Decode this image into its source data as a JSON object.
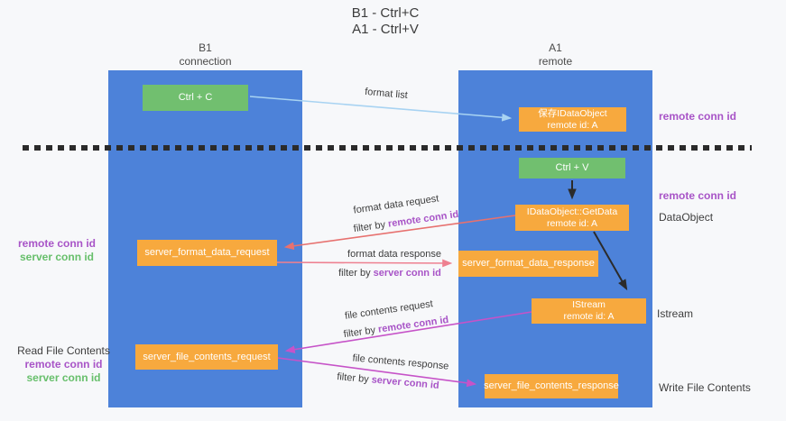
{
  "title": {
    "line1": "B1 - Ctrl+C",
    "line2": "A1 - Ctrl+V"
  },
  "lifelines": {
    "b1": {
      "name": "B1",
      "subtitle": "connection"
    },
    "a1": {
      "name": "A1",
      "subtitle": "remote"
    }
  },
  "nodes": {
    "ctrl_c": {
      "label": "Ctrl + C"
    },
    "save_idataobject": {
      "line1": "保存IDataObject",
      "line2": "remote id: A"
    },
    "ctrl_v": {
      "label": "Ctrl + V"
    },
    "getdata": {
      "line1": "IDataObject::GetData",
      "line2": "remote id: A"
    },
    "format_request": {
      "label": "server_format_data_request"
    },
    "format_response": {
      "label": "server_format_data_response"
    },
    "istream": {
      "line1": "IStream",
      "line2": "remote id: A"
    },
    "file_request": {
      "label": "server_file_contents_request"
    },
    "file_response": {
      "label": "server_file_contents_response"
    }
  },
  "flow_labels": {
    "format_list": "format list",
    "format_request": {
      "main": "format data request",
      "filter_prefix": "filter by",
      "filter_key": "remote conn id"
    },
    "format_response": {
      "main": "format data response",
      "filter_prefix": "filter by",
      "filter_key": "server conn id"
    },
    "file_request": {
      "main": "file contents request",
      "filter_prefix": "filter by",
      "filter_key": "remote conn id"
    },
    "file_response": {
      "main": "file contents response",
      "filter_prefix": "filter by",
      "filter_key": "server conn id"
    }
  },
  "side_labels": {
    "right_top_conn_id": "remote conn id",
    "right_mid_conn_id": "remote conn id",
    "dataobject": "DataObject",
    "istream": "Istream",
    "write_file_contents": "Write File Contents",
    "left_mid": {
      "remote": "remote conn id",
      "server": "server conn id"
    },
    "left_bottom": {
      "title": "Read File Contents",
      "remote": "remote conn id",
      "server": "server conn id"
    }
  },
  "colors": {
    "background": "#f7f8fa",
    "lifeline_blue": "#4d82d9",
    "action_green": "#71bf6f",
    "message_orange": "#f7a93e",
    "remote_conn_purple": "#a854c7",
    "server_conn_green": "#67bf6b",
    "format_request_red": "#e7716f",
    "format_response_pink": "#ee8090",
    "file_magenta": "#c653c8",
    "format_list_blue": "#a8d3f2"
  }
}
